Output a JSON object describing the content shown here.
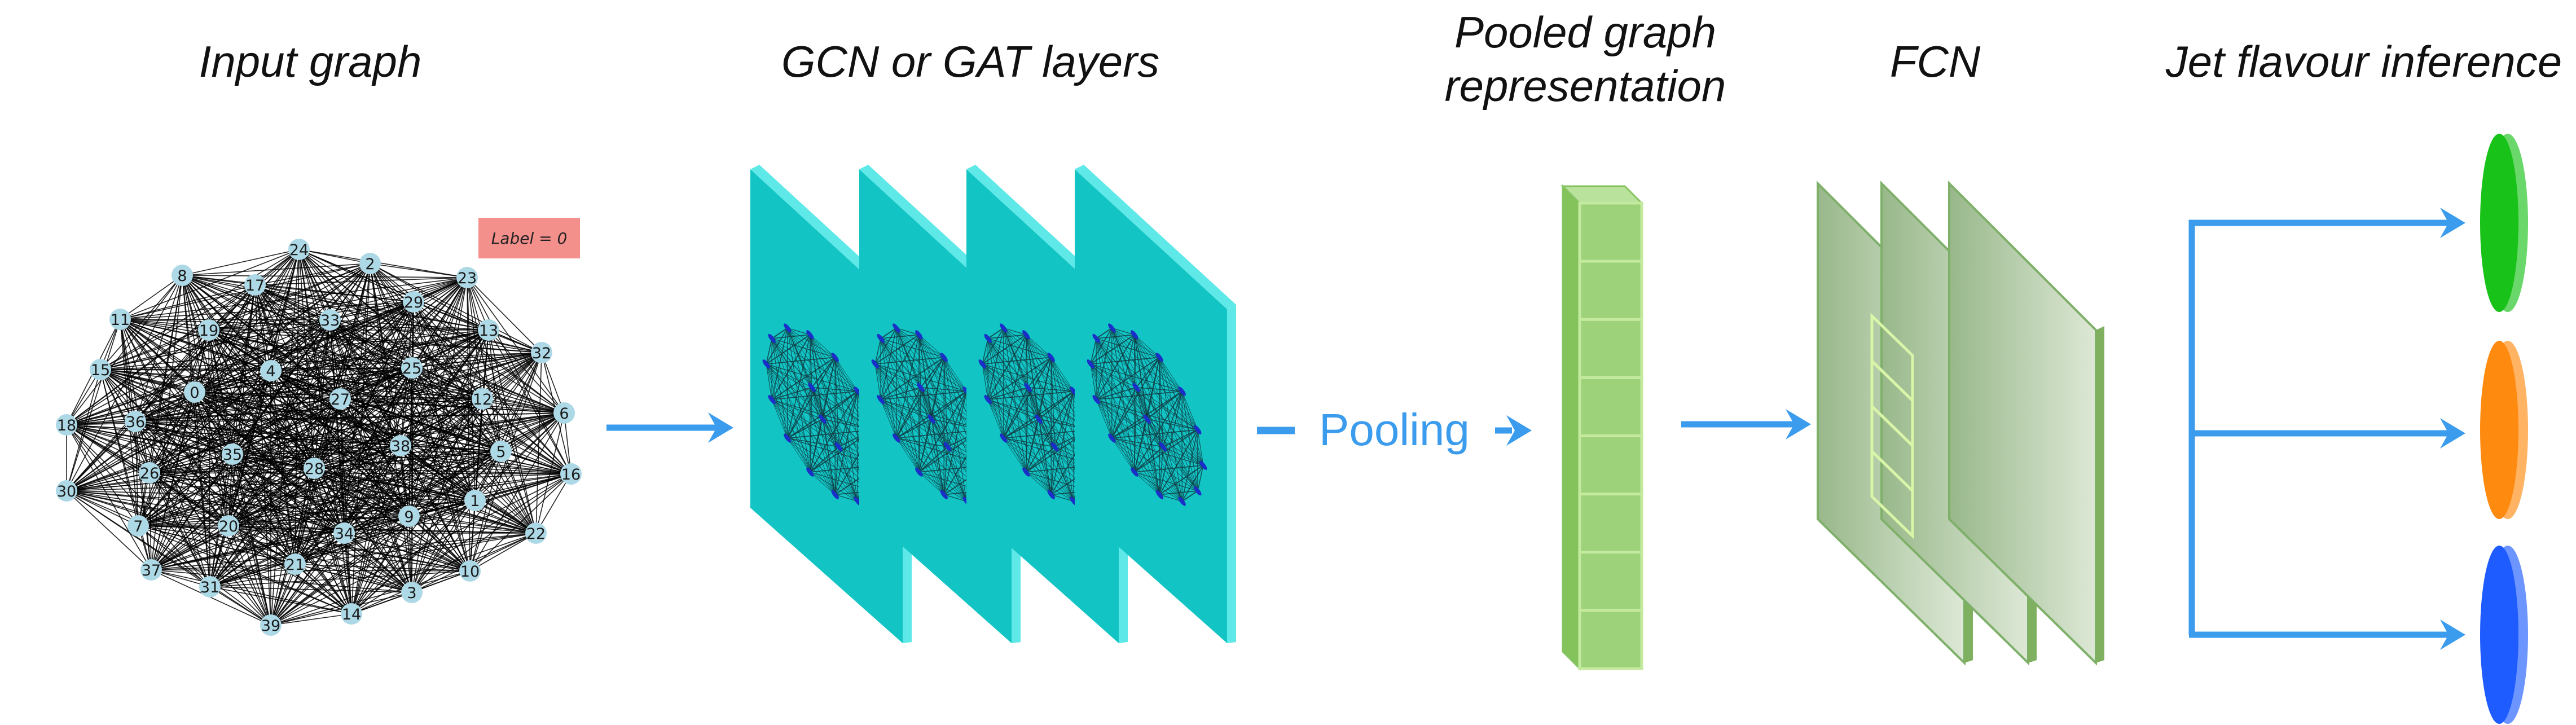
{
  "stages": {
    "input_title": "Input graph",
    "gnn_title": "GCN or GAT layers",
    "pooled_title_line1": "Pooled graph",
    "pooled_title_line2": "representation",
    "fcn_title": "FCN",
    "output_title": "Jet flavour inference"
  },
  "graph": {
    "label_text": "Label = 0",
    "node_ids": [
      0,
      1,
      2,
      3,
      4,
      5,
      6,
      7,
      8,
      9,
      10,
      11,
      12,
      13,
      14,
      15,
      16,
      17,
      18,
      19,
      20,
      21,
      22,
      23,
      24,
      25,
      26,
      27,
      28,
      29,
      30,
      31,
      32,
      33,
      34,
      35,
      36,
      37,
      38,
      39
    ],
    "node_color": "#add8e6",
    "edge_color": "#000000"
  },
  "pooling_label": "Pooling",
  "colors": {
    "arrow": "#3b9ced",
    "gnn_face": "#12c4c4",
    "gnn_edge": "#5fe8e8",
    "pooled_cell": "#9dd27a",
    "fcn_face": "#a9c39b",
    "output_classes": [
      "#18c218",
      "#ff8a10",
      "#1e5cff"
    ]
  },
  "counts": {
    "gnn_layers": 4,
    "pooled_cells": 8,
    "fcn_layers": 3,
    "fcn_inner_cells": 4,
    "output_classes": 3
  }
}
